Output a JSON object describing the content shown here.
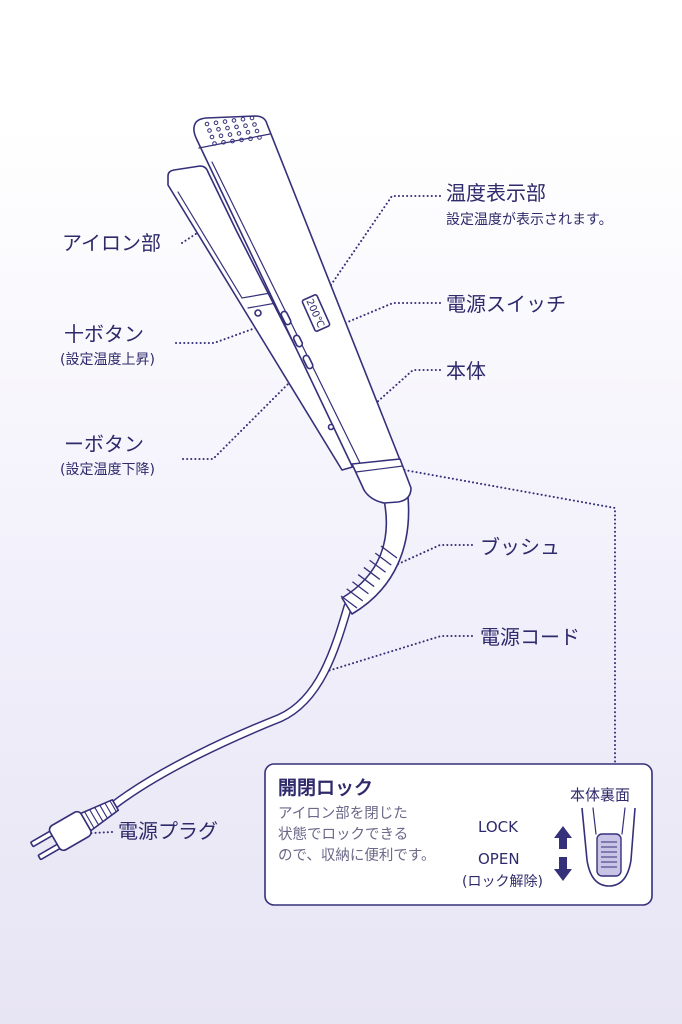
{
  "colors": {
    "line": "#35307a",
    "text": "#2e2a6b",
    "description_text": "#6b6888",
    "slider_fill": "#c9c4e6"
  },
  "labels": {
    "temp_display": {
      "title": "温度表示部",
      "desc": "設定温度が表示されます。"
    },
    "iron_part": {
      "title": "アイロン部"
    },
    "power_switch": {
      "title": "電源スイッチ"
    },
    "plus_button": {
      "title": "十ボタン",
      "desc": "(設定温度上昇)"
    },
    "body": {
      "title": "本体"
    },
    "minus_button": {
      "title": "ーボタン",
      "desc": "(設定温度下降)"
    },
    "bush": {
      "title": "ブッシュ"
    },
    "power_cord": {
      "title": "電源コード"
    },
    "power_plug": {
      "title": "電源プラグ"
    }
  },
  "device": {
    "display_value": "200℃"
  },
  "lock_box": {
    "title": "開閉ロック",
    "lines": [
      "アイロン部を閉じた",
      "状態でロックできる",
      "ので、収納に便利です。"
    ],
    "back_label": "本体裏面",
    "lock": "LOCK",
    "open": "OPEN",
    "unlock": "(ロック解除)"
  }
}
